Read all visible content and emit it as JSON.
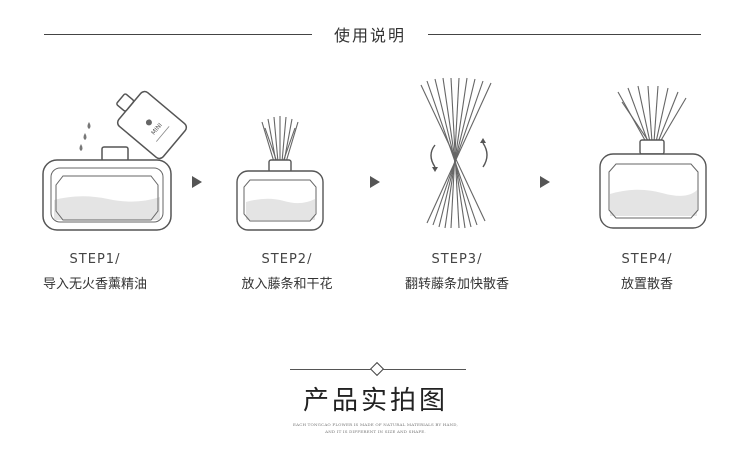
{
  "header": {
    "title": "使用说明"
  },
  "steps": [
    {
      "label": "STEP1/",
      "desc": "导入无火香薰精油",
      "icon": "pour-oil-into-bottle-icon"
    },
    {
      "label": "STEP2/",
      "desc": "放入藤条和干花",
      "icon": "reeds-in-bottle-icon"
    },
    {
      "label": "STEP3/",
      "desc": "翻转藤条加快散香",
      "icon": "flip-reeds-icon"
    },
    {
      "label": "STEP4/",
      "desc": "放置散香",
      "icon": "diffuser-ready-icon"
    }
  ],
  "product": {
    "title": "产品实拍图",
    "caption_lines": [
      "EACH TONGCAO FLOWER IS MADE OF NATURAL MATERIALS BY HAND,",
      "AND IT IS DIFFERENT IN SIZE AND SHAPE."
    ]
  },
  "colors": {
    "line": "#444444",
    "arrow": "#555555",
    "glass_outline": "#555555",
    "liquid": "#e4e4e4"
  }
}
